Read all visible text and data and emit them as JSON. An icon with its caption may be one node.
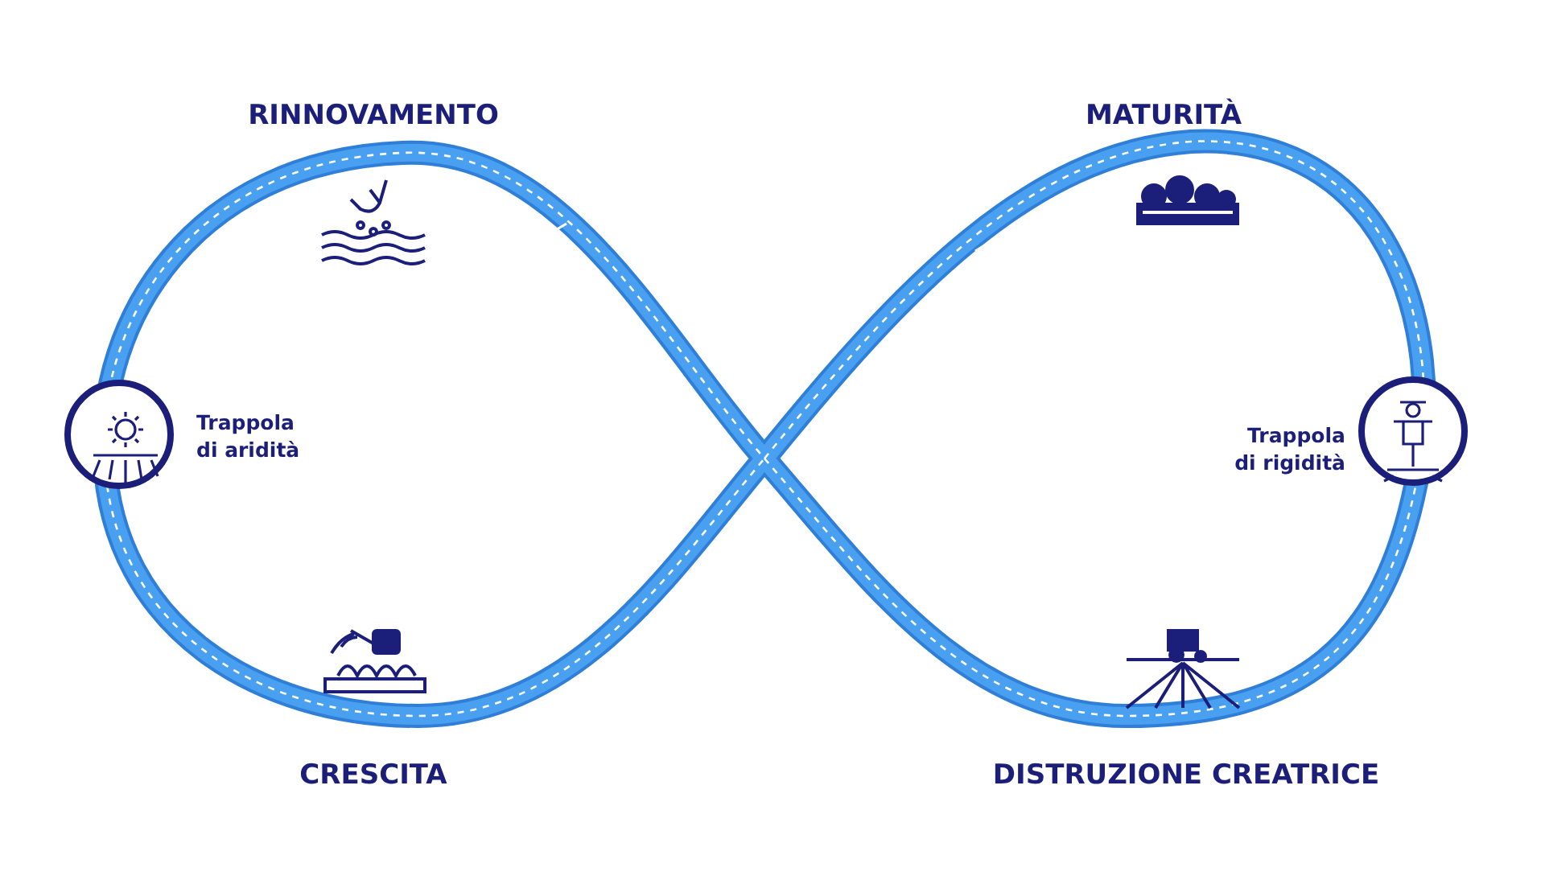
{
  "diagram": {
    "labels": [
      "RINNOVAMENTO",
      "MATURITÀ",
      "Trappola di aridità",
      "Trappola di rigidità",
      "CRESCITA",
      "DISTRUZIONE CREATRICE"
    ]
  }
}
